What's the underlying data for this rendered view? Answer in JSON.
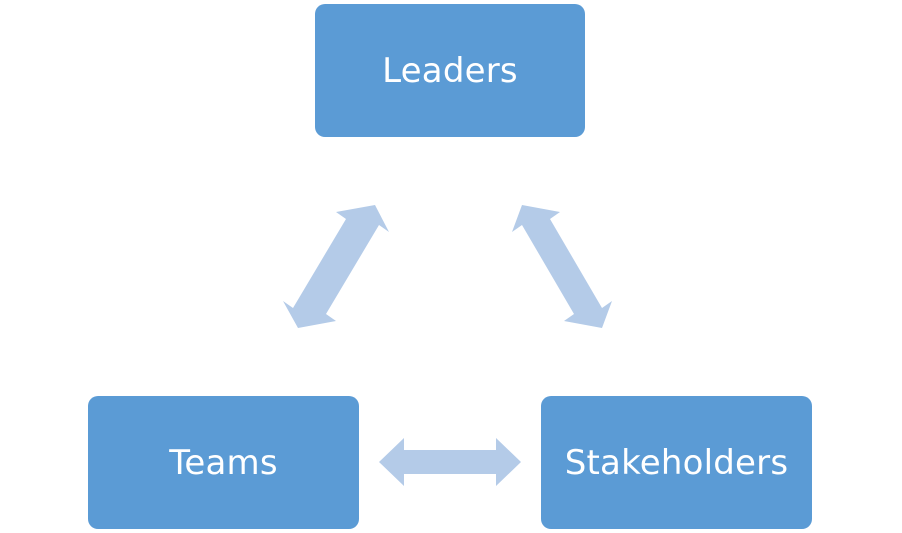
{
  "colors": {
    "box": "#5b9bd5",
    "arrow": "#b4cbe8",
    "text": "#ffffff"
  },
  "nodes": {
    "leaders": "Leaders",
    "teams": "Teams",
    "stakeholders": "Stakeholders"
  },
  "connections": [
    {
      "from": "leaders",
      "to": "teams",
      "type": "bidirectional"
    },
    {
      "from": "leaders",
      "to": "stakeholders",
      "type": "bidirectional"
    },
    {
      "from": "teams",
      "to": "stakeholders",
      "type": "bidirectional"
    }
  ]
}
